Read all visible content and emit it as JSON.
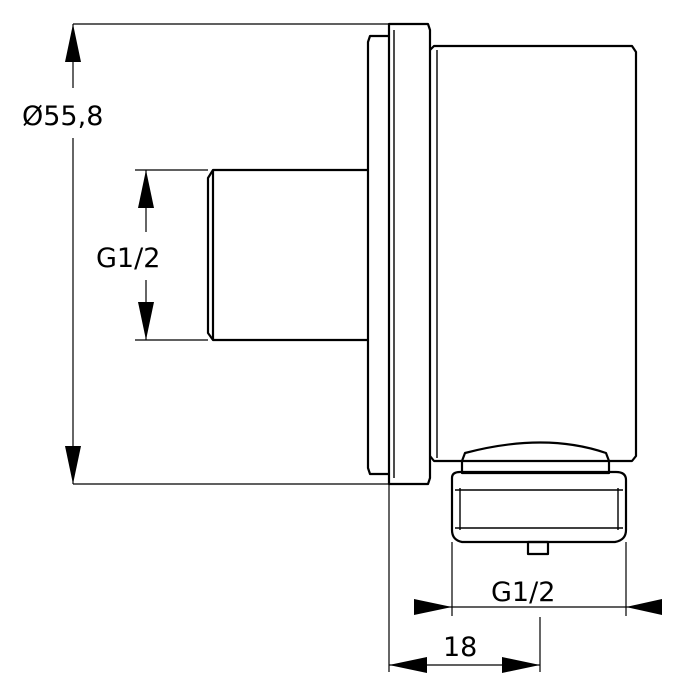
{
  "drawing": {
    "dimensions": {
      "outer_diameter": "Ø55,8",
      "rear_thread": "G1/2",
      "outlet_thread": "G1/2",
      "depth": "18"
    }
  }
}
